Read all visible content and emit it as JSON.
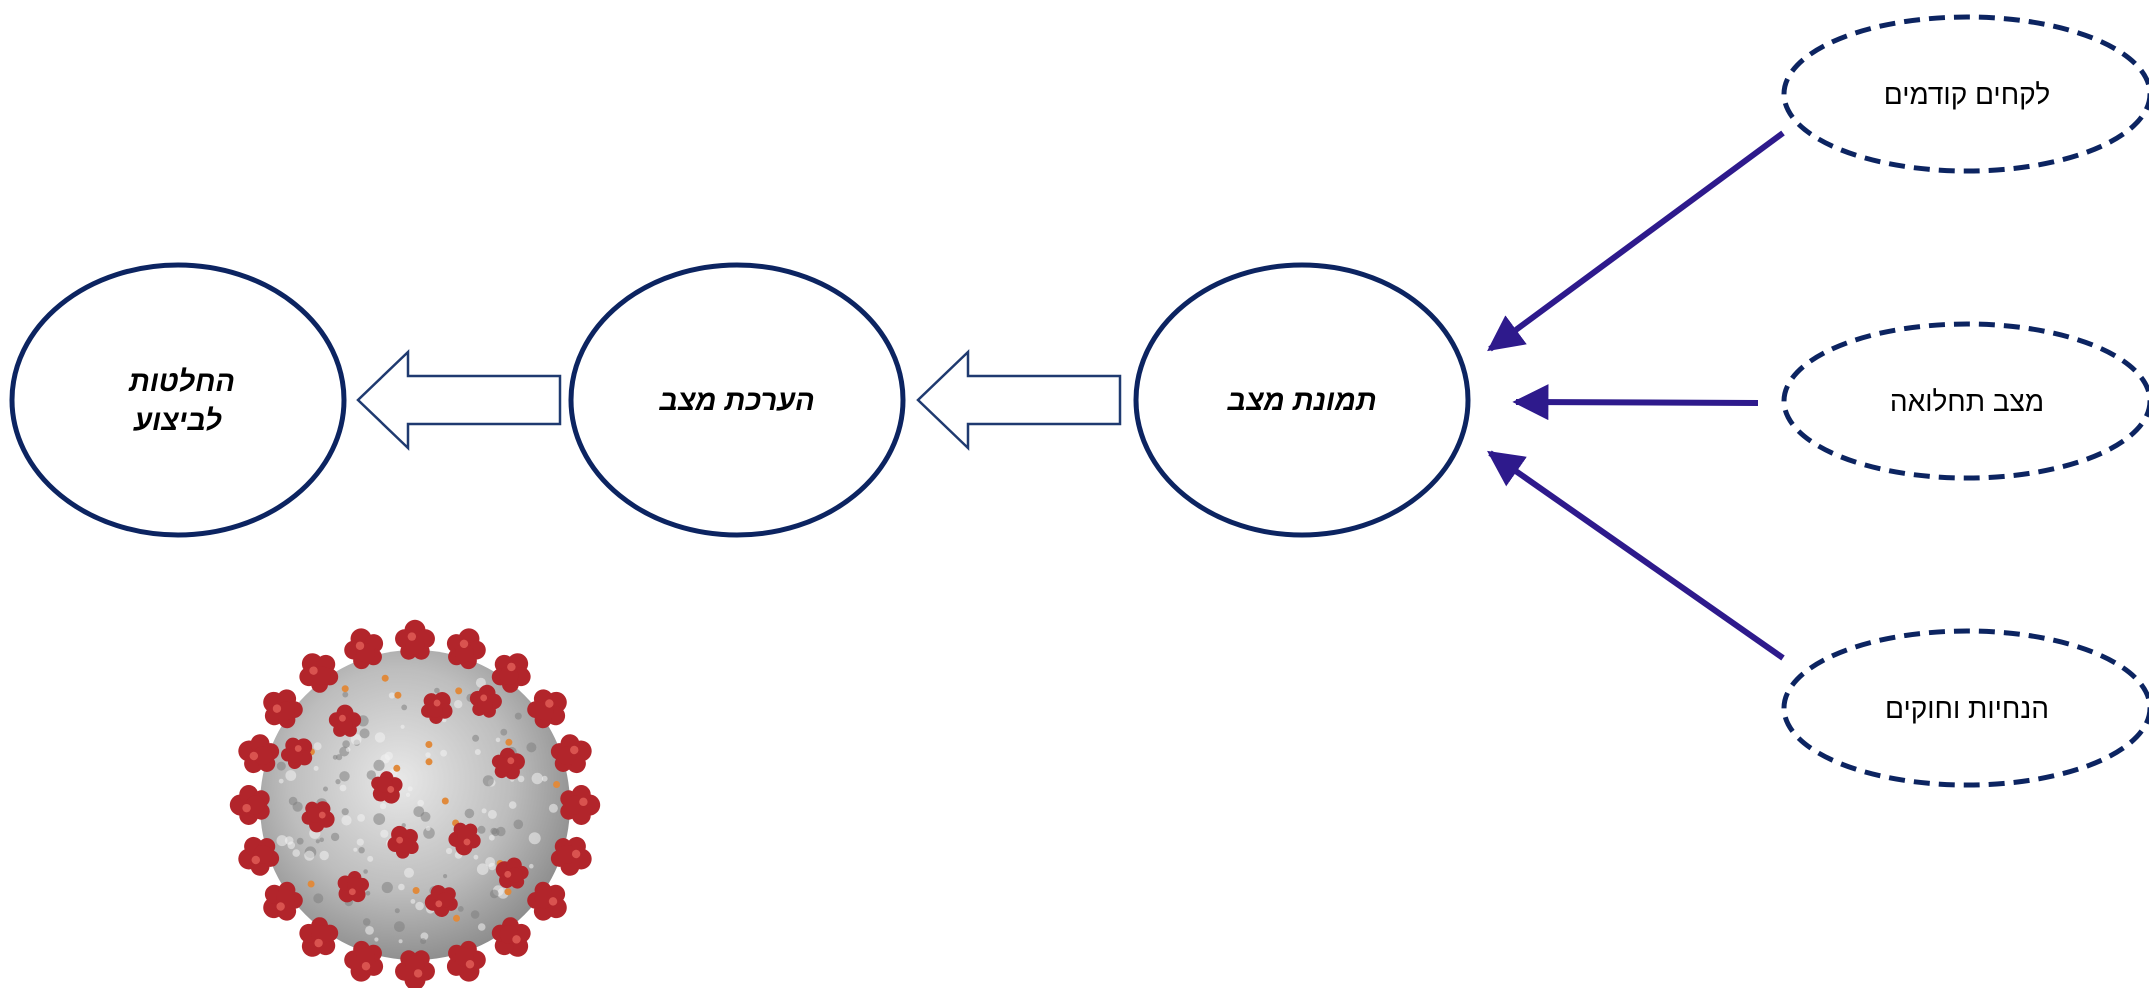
{
  "diagram": {
    "nodes": {
      "decisions": {
        "line1": "החלטות",
        "line2": "לביצוע"
      },
      "assessment": {
        "label": "הערכת מצב"
      },
      "picture": {
        "label": "תמונת מצב"
      }
    },
    "inputs": {
      "previous_lessons": "לקחים קודמים",
      "morbidity_status": "מצב תחלואה",
      "guidelines_laws": "הנחיות וחוקים"
    },
    "image": {
      "icon": "coronavirus-icon"
    },
    "colors": {
      "ellipse_stroke": "#0c2461",
      "input_arrow": "#2e1a8c",
      "block_arrow_stroke": "#1f3a70",
      "virus_red": "#b2252b",
      "virus_body": "#c9c9c9"
    }
  }
}
